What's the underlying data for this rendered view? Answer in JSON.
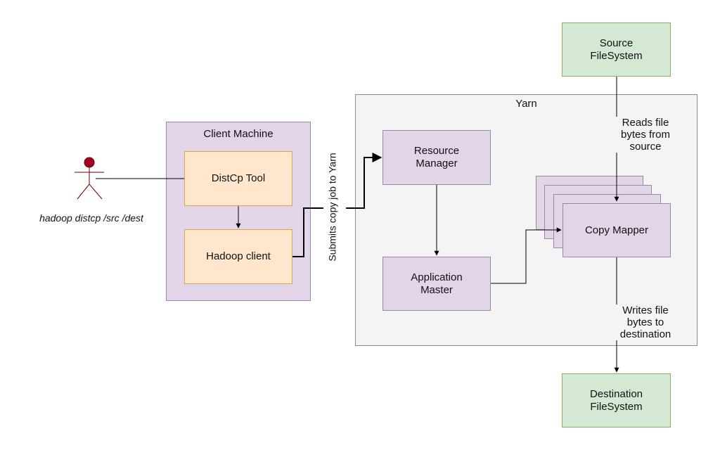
{
  "groups": {
    "yarn": "Yarn",
    "client_machine": "Client Machine"
  },
  "nodes": {
    "source_fs": "Source\nFileSystem",
    "destination_fs": "Destination\nFileSystem",
    "distcp_tool": "DistCp Tool",
    "hadoop_client": "Hadoop client",
    "resource_manager": "Resource\nManager",
    "application_master": "Application\nMaster",
    "copy_mapper": "Copy Mapper"
  },
  "actor": {
    "command": "hadoop distcp /src /dest"
  },
  "edge_labels": {
    "submit": "Submits copy job to Yarn",
    "read": "Reads file\nbytes from\nsource",
    "write": "Writes file\nbytes to\ndestination"
  }
}
